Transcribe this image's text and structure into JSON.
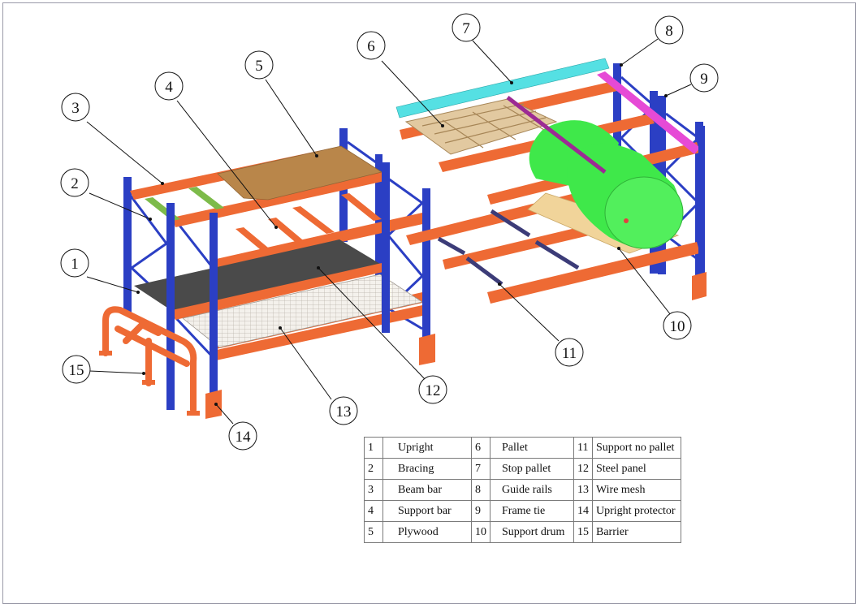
{
  "colors": {
    "upright": "#2b3fc4",
    "beam": "#ee6a34",
    "beam_dark": "#c94e22",
    "plywood": "#b9864a",
    "steel_panel": "#4a4a4a",
    "wire_mesh": "#e9e4dc",
    "pallet": "#e2c9a0",
    "drum": "#3fe84a",
    "stop_pallet": "#55e0e3",
    "guide_rail": "#e64ad6",
    "support_bar": "#7dbb4a",
    "support_no_pallet": "#3c3c78"
  },
  "callouts": [
    {
      "number": "1"
    },
    {
      "number": "2"
    },
    {
      "number": "3"
    },
    {
      "number": "4"
    },
    {
      "number": "5"
    },
    {
      "number": "6"
    },
    {
      "number": "7"
    },
    {
      "number": "8"
    },
    {
      "number": "9"
    },
    {
      "number": "10"
    },
    {
      "number": "11"
    },
    {
      "number": "12"
    },
    {
      "number": "13"
    },
    {
      "number": "14"
    },
    {
      "number": "15"
    }
  ],
  "legend": {
    "rows": [
      [
        {
          "n": "1",
          "label": "Upright"
        },
        {
          "n": "6",
          "label": "Pallet"
        },
        {
          "n": "11",
          "label": "Support no pallet"
        }
      ],
      [
        {
          "n": "2",
          "label": "Bracing"
        },
        {
          "n": "7",
          "label": "Stop pallet"
        },
        {
          "n": "12",
          "label": "Steel panel"
        }
      ],
      [
        {
          "n": "3",
          "label": "Beam bar"
        },
        {
          "n": "8",
          "label": "Guide rails"
        },
        {
          "n": "13",
          "label": "Wire mesh"
        }
      ],
      [
        {
          "n": "4",
          "label": "Support bar"
        },
        {
          "n": "9",
          "label": "Frame tie"
        },
        {
          "n": "14",
          "label": "Upright protector"
        }
      ],
      [
        {
          "n": "5",
          "label": "Plywood"
        },
        {
          "n": "10",
          "label": "Support drum"
        },
        {
          "n": "15",
          "label": "Barrier"
        }
      ]
    ]
  }
}
